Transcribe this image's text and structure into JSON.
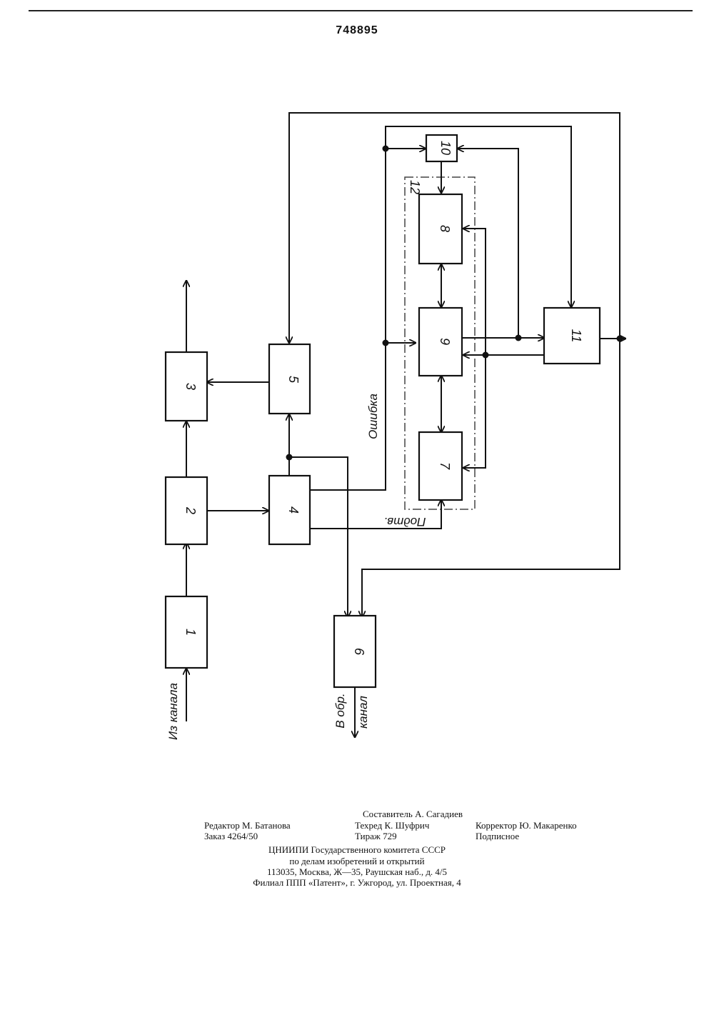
{
  "header": {
    "patent_number": "748895"
  },
  "diagram": {
    "blocks": [
      {
        "id": "1",
        "label": "1"
      },
      {
        "id": "2",
        "label": "2"
      },
      {
        "id": "3",
        "label": "3"
      },
      {
        "id": "4",
        "label": "4"
      },
      {
        "id": "5",
        "label": "5"
      },
      {
        "id": "6",
        "label": "6"
      },
      {
        "id": "7",
        "label": "7"
      },
      {
        "id": "8",
        "label": "8"
      },
      {
        "id": "9",
        "label": "9"
      },
      {
        "id": "10",
        "label": "10"
      },
      {
        "id": "11",
        "label": "11"
      },
      {
        "id": "12",
        "label": "12"
      }
    ],
    "labels": {
      "input": "Из канала",
      "error": "Ошибка",
      "confirm": "Подтв.",
      "output_1": "В обр.",
      "output_2": "канал"
    }
  },
  "imprint": {
    "compiler": "Составитель А. Сагадиев",
    "editor": "Редактор М. Батанова",
    "techred": "Техред К. Шуфрич",
    "corrector": "Корректор Ю. Макаренко",
    "order": "Заказ 4264/50",
    "circulation": "Тираж 729",
    "subscription": "Подписное",
    "org_line1": "ЦНИИПИ  Государственного  комитета  СССР",
    "org_line2": "по  делам  изобретений  и  открытий",
    "org_line3": "113035,  Москва,  Ж—35,  Раушская  наб.,  д.  4/5",
    "branch": "Филиал  ППП  «Патент»,  г.  Ужгород,  ул.  Проектная,  4"
  }
}
